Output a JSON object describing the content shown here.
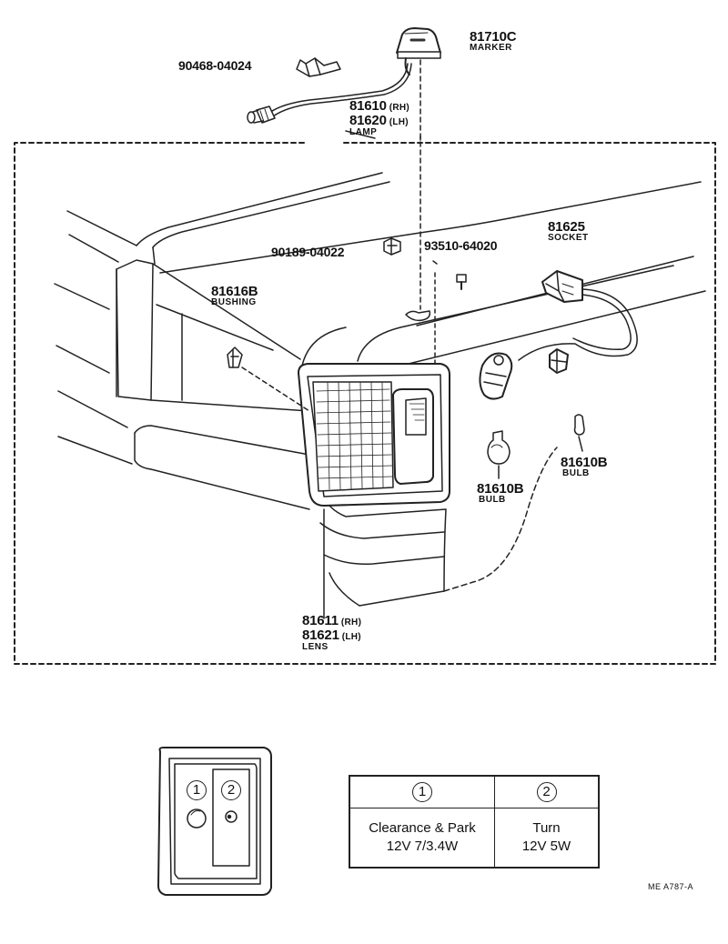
{
  "parts": {
    "marker": {
      "number": "81710C",
      "name": "MARKER"
    },
    "clip": {
      "number": "90468-04024"
    },
    "lamp": {
      "number_rh": "81610",
      "side_rh": "(RH)",
      "number_lh": "81620",
      "side_lh": "(LH)",
      "name": "LAMP"
    },
    "nut": {
      "number": "90189-04022"
    },
    "screw": {
      "number": "93510-64020"
    },
    "socket": {
      "number": "81625",
      "name": "SOCKET"
    },
    "bushing": {
      "number": "81616B",
      "name": "BUSHING"
    },
    "bulb_small": {
      "number": "81610B",
      "name": "BULB"
    },
    "bulb_large": {
      "number": "81610B",
      "name": "BULB"
    },
    "lens": {
      "number_rh": "81611",
      "side_rh": "(RH)",
      "number_lh": "81621",
      "side_lh": "(LH)",
      "name": "LENS"
    }
  },
  "inset": {
    "section1_label": "1",
    "section2_label": "2"
  },
  "spec_table": {
    "col1": {
      "header": "1",
      "line1": "Clearance & Park",
      "line2": "12V 7/3.4W"
    },
    "col2": {
      "header": "2",
      "line1": "Turn",
      "line2": "12V 5W"
    }
  },
  "diagram_code": "ME A787-A"
}
